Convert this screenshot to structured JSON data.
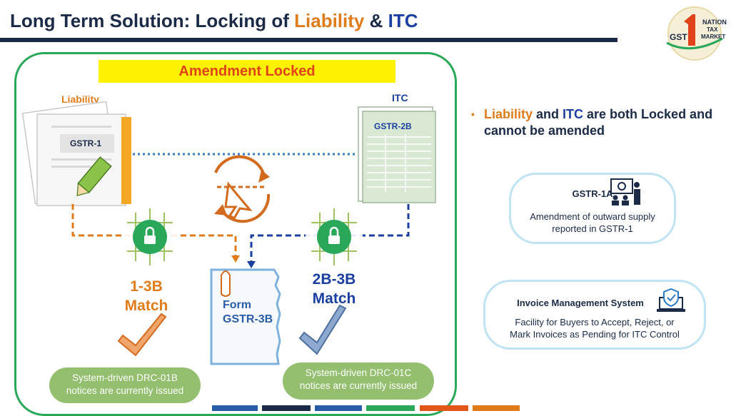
{
  "header": {
    "title_part1": "Long Term Solution: Locking of ",
    "title_part2": "Liability",
    "title_part3": " & ",
    "title_part4": "ITC"
  },
  "logo": {
    "line1": "NATION",
    "line2": "TAX",
    "line3": "MARKET",
    "gst": "GST"
  },
  "diagram": {
    "banner": "Amendment Locked",
    "liability_label": "Liability",
    "itc_label": "ITC",
    "doc_gstr1": "GSTR-1",
    "doc_gstr2b": "GSTR-2B",
    "form_line1": "Form",
    "form_line2": "GSTR-3B",
    "match_left": [
      "1-3B",
      "Match"
    ],
    "match_right": [
      "2B-3B",
      "Match"
    ],
    "notice_left": [
      "System-driven DRC-01B",
      "notices are currently issued"
    ],
    "notice_right": [
      "System-driven DRC-01C",
      "notices are currently issued"
    ]
  },
  "bullet": {
    "part1": "Liability",
    "part2": " and ",
    "part3": "ITC",
    "part4": " are both Locked and cannot be amended"
  },
  "gstr1a_box": {
    "title": "GSTR-1A",
    "desc": [
      "Amendment of outward supply",
      "reported in GSTR-1"
    ]
  },
  "ims_box": {
    "title": "Invoice Management System",
    "desc": [
      "Facility for Buyers to Accept, Reject, or",
      "Mark Invoices as Pending for ITC Control"
    ]
  },
  "colors": {
    "navy": "#1b2a47",
    "orange": "#e07b1a",
    "blue": "#1b3fa0",
    "green": "#29a85a",
    "pill_green": "#93bf6f",
    "banner_yellow": "#fff200",
    "footer": [
      "#2b5ca8",
      "#1b2a47",
      "#2b5ca8",
      "#29a85a",
      "#e0561a",
      "#e07b1a"
    ]
  }
}
